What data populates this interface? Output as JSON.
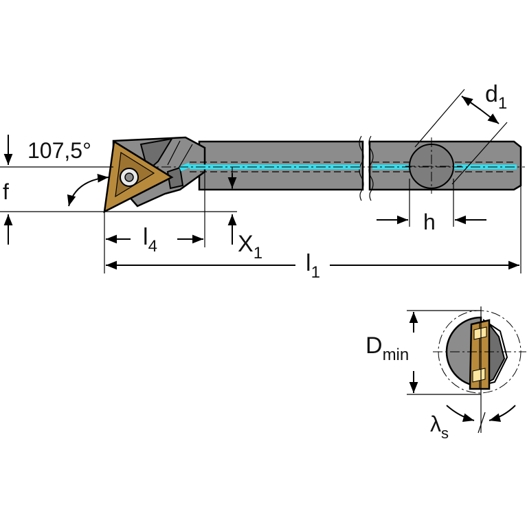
{
  "labels": {
    "angle": "107,5°",
    "f": "f",
    "l4_main": "l",
    "l4_sub": "4",
    "x1_main": "X",
    "x1_sub": "1",
    "l1_main": "l",
    "l1_sub": "1",
    "h": "h",
    "d1_main": "d",
    "d1_sub": "1",
    "dmin_main": "D",
    "dmin_sub": "min",
    "lambda_main": "λ",
    "lambda_sub": "s"
  },
  "colors": {
    "body": "#8c8c8c",
    "dark_body": "#6e6e6e",
    "coolant": "#33e0f0",
    "insert": "#b88a3c",
    "line": "#000000"
  }
}
